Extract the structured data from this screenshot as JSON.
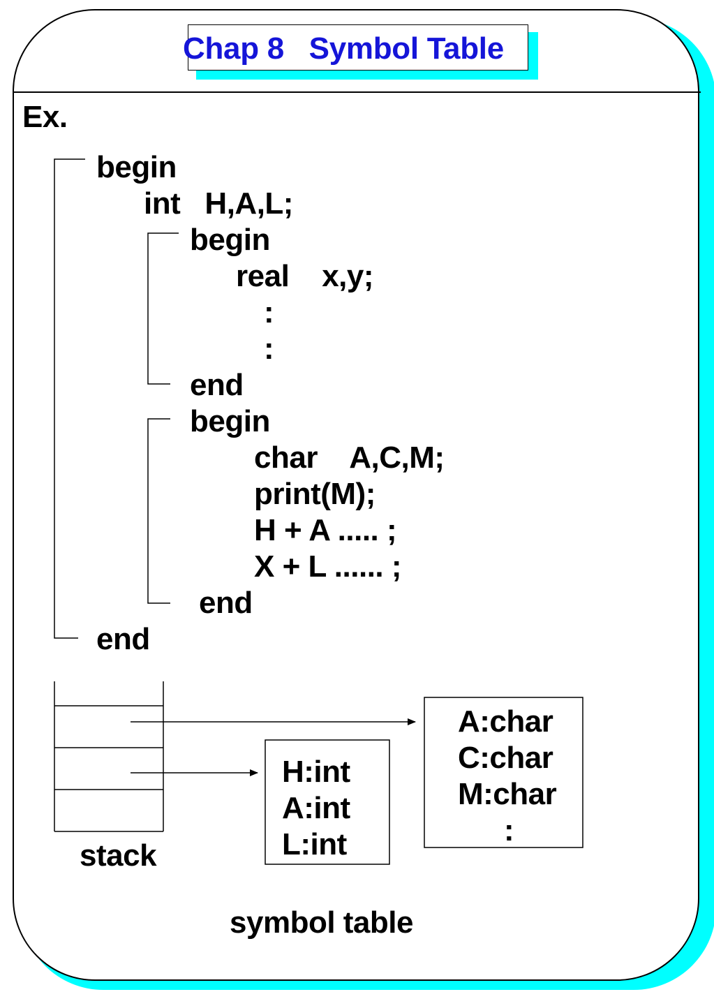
{
  "title": "Chap 8   Symbol Table",
  "ex_label": "Ex.",
  "code": {
    "outer_begin": "begin",
    "outer_decl": "int   H,A,L;",
    "inner1_begin": "begin",
    "inner1_decl": "real    x,y;",
    "inner1_dots1": ":",
    "inner1_dots2": ":",
    "inner1_end": "end",
    "inner2_begin": "begin",
    "inner2_decl": "char    A,C,M;",
    "inner2_stmt1": "print(M);",
    "inner2_stmt2": "H + A ..... ;",
    "inner2_stmt3": "X + L ...... ;",
    "inner2_end": "end",
    "outer_end": "end"
  },
  "stack_label": "stack",
  "table_outer": [
    "H:int",
    "A:int",
    "L:int"
  ],
  "table_inner": [
    "A:char",
    "C:char",
    "M:char",
    ":"
  ],
  "symbol_table_label": "symbol table",
  "colors": {
    "title": "#1515d8",
    "shadow": "#00ffff"
  }
}
